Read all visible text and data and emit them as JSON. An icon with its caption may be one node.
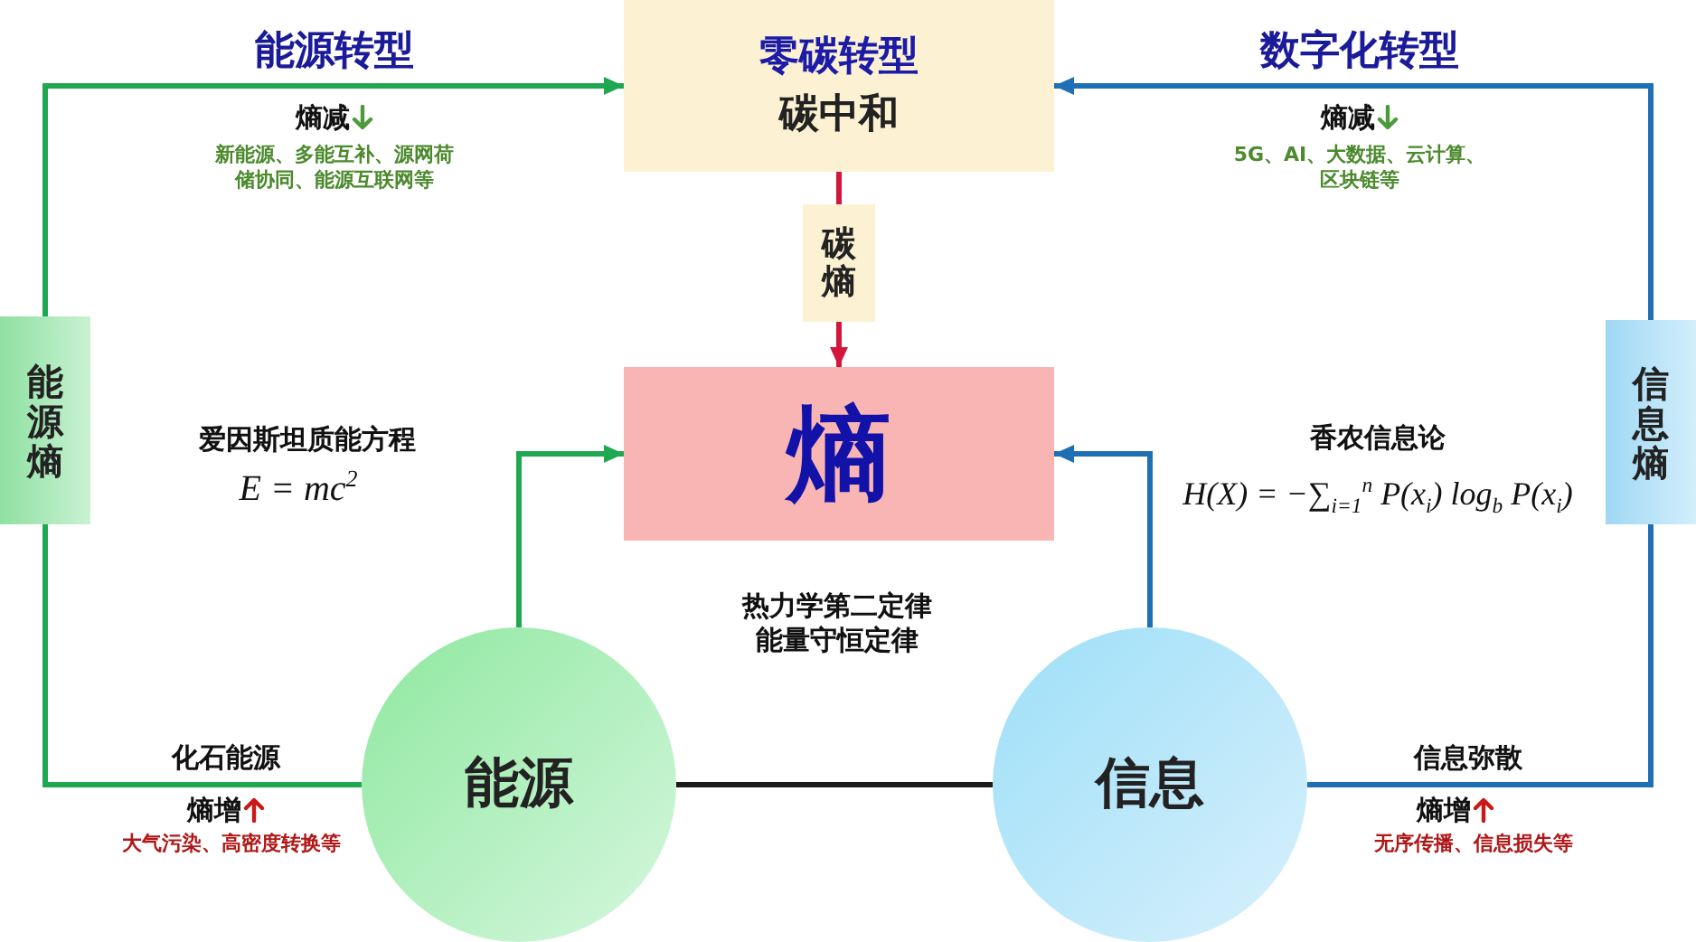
{
  "diagram": {
    "nodes": [
      {
        "text": [
          "零碳转型",
          "碳中和"
        ]
      },
      {
        "text": [
          "碳熵"
        ]
      },
      {
        "text": [
          "熵"
        ]
      },
      {
        "text": [
          "能源熵"
        ]
      },
      {
        "text": [
          "信息熵"
        ]
      },
      {
        "text": [
          "能源"
        ]
      },
      {
        "text": [
          "信息"
        ]
      }
    ],
    "edges": [
      {
        "from": 0,
        "to": 1,
        "arrow": "none",
        "color": "#d4163c"
      },
      {
        "from": 1,
        "to": 2,
        "arrow": "to",
        "color": "#d4163c"
      },
      {
        "from": 5,
        "to": 3,
        "arrow": "none",
        "color": "#1fa84f"
      },
      {
        "from": 3,
        "to": 0,
        "arrow": "to",
        "color": "#1fa84f"
      },
      {
        "from": 5,
        "to": 2,
        "arrow": "to",
        "color": "#1fa84f"
      },
      {
        "from": 6,
        "to": 4,
        "arrow": "none",
        "color": "#1f6fb5"
      },
      {
        "from": 4,
        "to": 0,
        "arrow": "to",
        "color": "#1f6fb5"
      },
      {
        "from": 6,
        "to": 2,
        "arrow": "to",
        "color": "#1f6fb5"
      },
      {
        "from": 5,
        "to": 6,
        "arrow": "none",
        "color": "#1a1a1a"
      }
    ],
    "labels": [
      "能源转型",
      "数字化转型",
      "熵减",
      "新能源、多能互补、源网荷储协同、能源互联网等",
      "熵减",
      "5G、AI、大数据、云计算、区块链等",
      "爱因斯坦质能方程",
      "E = mc$^{2}$",
      "香农信息论",
      "H(X) = −∑$_{i=1}$$^{n}$ P(x$_{i}$) log$_{b}$ P(x$_{i}$)",
      "热力学第二定律",
      "能量守恒定律",
      "化石能源",
      "熵增",
      "大气污染、高密度转换等",
      "信息弥散",
      "熵增",
      "无序传播、信息损失等"
    ]
  }
}
